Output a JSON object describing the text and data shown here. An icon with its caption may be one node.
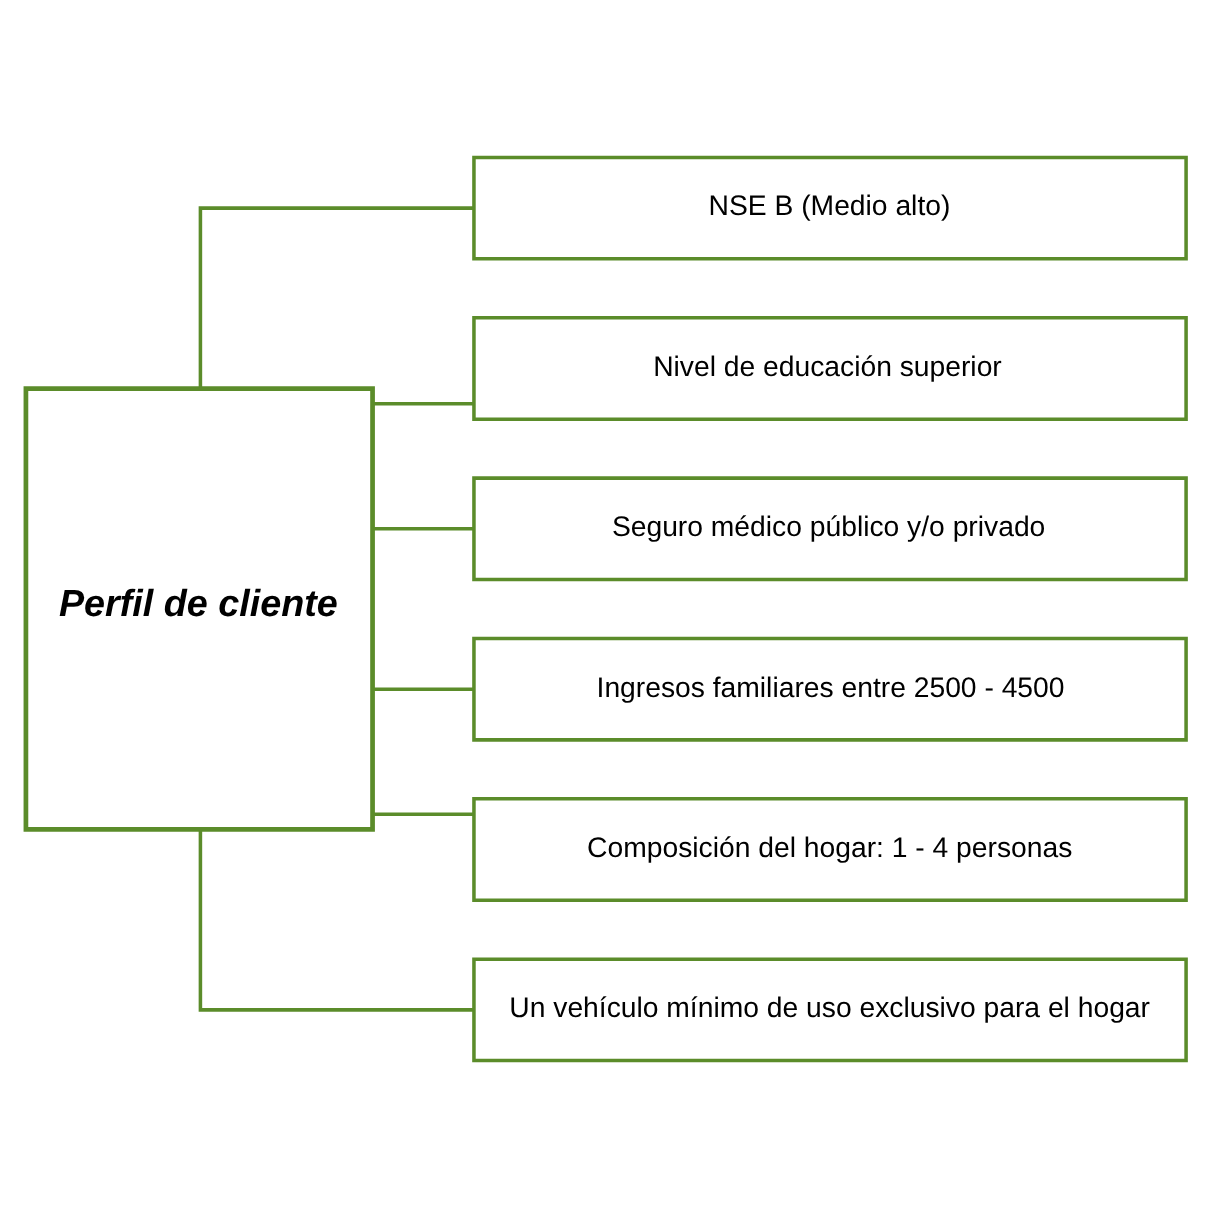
{
  "diagram": {
    "nodes": [
      {
        "text": [
          "Perfil de cliente"
        ]
      },
      {
        "text": [
          "NSE B (Medio alto)"
        ]
      },
      {
        "text": [
          "Nivel de educación superior"
        ]
      },
      {
        "text": [
          "Seguro médico público y/o privado"
        ]
      },
      {
        "text": [
          "Ingresos familiares entre 2500 - 4500"
        ]
      },
      {
        "text": [
          "Composición del hogar: 1 - 4 personas"
        ]
      },
      {
        "text": [
          "Un vehículo mínimo de uso exclusivo para el hogar"
        ]
      }
    ],
    "edges": [
      {
        "from": 0,
        "to": 1,
        "arrow": "none"
      },
      {
        "from": 0,
        "to": 2,
        "arrow": "none"
      },
      {
        "from": 0,
        "to": 3,
        "arrow": "none"
      },
      {
        "from": 0,
        "to": 4,
        "arrow": "none"
      },
      {
        "from": 0,
        "to": 5,
        "arrow": "none"
      },
      {
        "from": 0,
        "to": 6,
        "arrow": "none"
      }
    ]
  }
}
